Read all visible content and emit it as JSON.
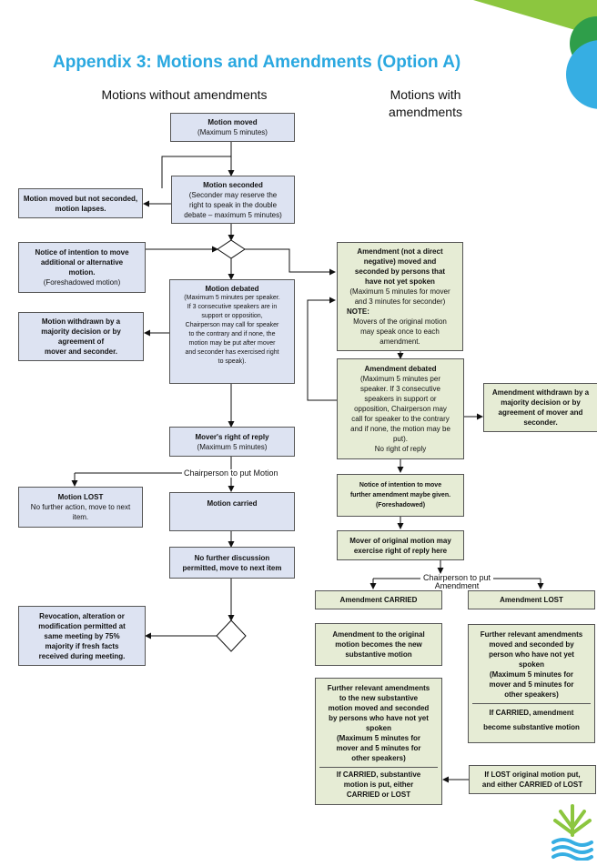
{
  "title": "Appendix 3: Motions and Amendments (Option A)",
  "headings": {
    "left": "Motions without amendments",
    "right": "Motions with\namendments"
  },
  "boxes": {
    "motion_moved": {
      "head": "Motion moved",
      "body": "(Maximum 5 minutes)"
    },
    "motion_seconded": {
      "head": "Motion seconded",
      "body": "(Seconder may reserve the\nright to speak in the double\ndebate – maximum 5 minutes)"
    },
    "not_seconded": {
      "head": "Motion moved but not seconded,\nmotion lapses.",
      "body": ""
    },
    "notice_intention": {
      "head": "Notice of intention to move\nadditional or alternative\nmotion.",
      "body": "(Foreshadowed motion)"
    },
    "motion_debated": {
      "head": "Motion debated",
      "body": "(Maximum 5 minutes per speaker.\nIf 3 consecutive speakers are in\nsupport or opposition,\nChairperson may call for speaker\nto the contrary and if none, the\nmotion may be put after mover\nand seconder has exercised right\nto speak)."
    },
    "motion_withdrawn": {
      "head": "Motion withdrawn by a\nmajority decision or by\nagreement of\nmover and seconder.",
      "body": ""
    },
    "right_of_reply": {
      "head": "Mover's right of reply",
      "body": "(Maximum 5 minutes)"
    },
    "motion_lost": {
      "head": "Motion LOST",
      "body": "No further action, move to next\nitem."
    },
    "motion_carried": {
      "head": "Motion carried",
      "body": ""
    },
    "no_further": {
      "head": "No further discussion\npermitted, move to next item",
      "body": ""
    },
    "revocation": {
      "head": "Revocation, alteration or\nmodification permitted at\nsame meeting by 75%\nmajority if fresh facts\nreceived during meeting.",
      "body": ""
    },
    "amendment": {
      "head": "Amendment (not a direct\nnegative) moved and\nseconded by persons that\nhave not yet spoken",
      "body": "(Maximum 5 minutes for mover\nand 3 minutes for seconder)",
      "note_label": "NOTE:",
      "note": "Movers of the original motion\nmay speak once to each\namendment."
    },
    "amendment_debated": {
      "head": "Amendment debated",
      "body": "(Maximum 5 minutes per\nspeaker. If 3 consecutive\nspeakers in support or\nopposition, Chairperson may\ncall for speaker to the contrary\nand if none, the motion may be\nput).\nNo right of reply"
    },
    "amendment_withdrawn": {
      "head": "Amendment withdrawn by a\nmajority decision or by\nagreement of mover and\nseconder.",
      "body": ""
    },
    "notice_further": {
      "head": "Notice of intention to move\nfurther amendment maybe given.\n(Foreshadowed)",
      "body": ""
    },
    "mover_original": {
      "head": "Mover of original motion may\nexercise right of reply here",
      "body": ""
    },
    "amendment_carried": {
      "head": "Amendment CARRIED",
      "body": ""
    },
    "amendment_lost": {
      "head": "Amendment LOST",
      "body": ""
    },
    "becomes_substantive": {
      "head": "Amendment to the original\nmotion becomes the new\nsubstantive motion",
      "body": ""
    },
    "further_lost": {
      "head": "Further relevant amendments\nmoved and seconded by\nperson who have not yet\nspoken\n(Maximum 5 minutes for\nmover and 5 minutes for\nother speakers)",
      "foot": "If CARRIED, amendment\nbecome substantive motion"
    },
    "further_carried": {
      "head": "Further relevant amendments\nto the new substantive\nmotion moved and seconded\nby persons who have not yet\nspoken\n(Maximum 5 minutes for\nmover and 5 minutes for\nother speakers)",
      "foot": "If CARRIED, substantive\nmotion is put, either\nCARRIED or LOST"
    },
    "if_lost": {
      "head": "If LOST original motion put,\nand either CARRIED of LOST",
      "body": ""
    }
  },
  "flow_labels": {
    "chair_put_motion": "Chairperson to put Motion",
    "chair_put_amendment": "Chairperson to put\nAmendment"
  },
  "colors": {
    "title": "#2aa8e0",
    "blue_box": "#dde3f2",
    "green_box": "#e6ecd5",
    "deco_green": "#8cc63f",
    "deco_blue": "#36aee3"
  },
  "logo_icon": "leaf-wave-logo-icon"
}
